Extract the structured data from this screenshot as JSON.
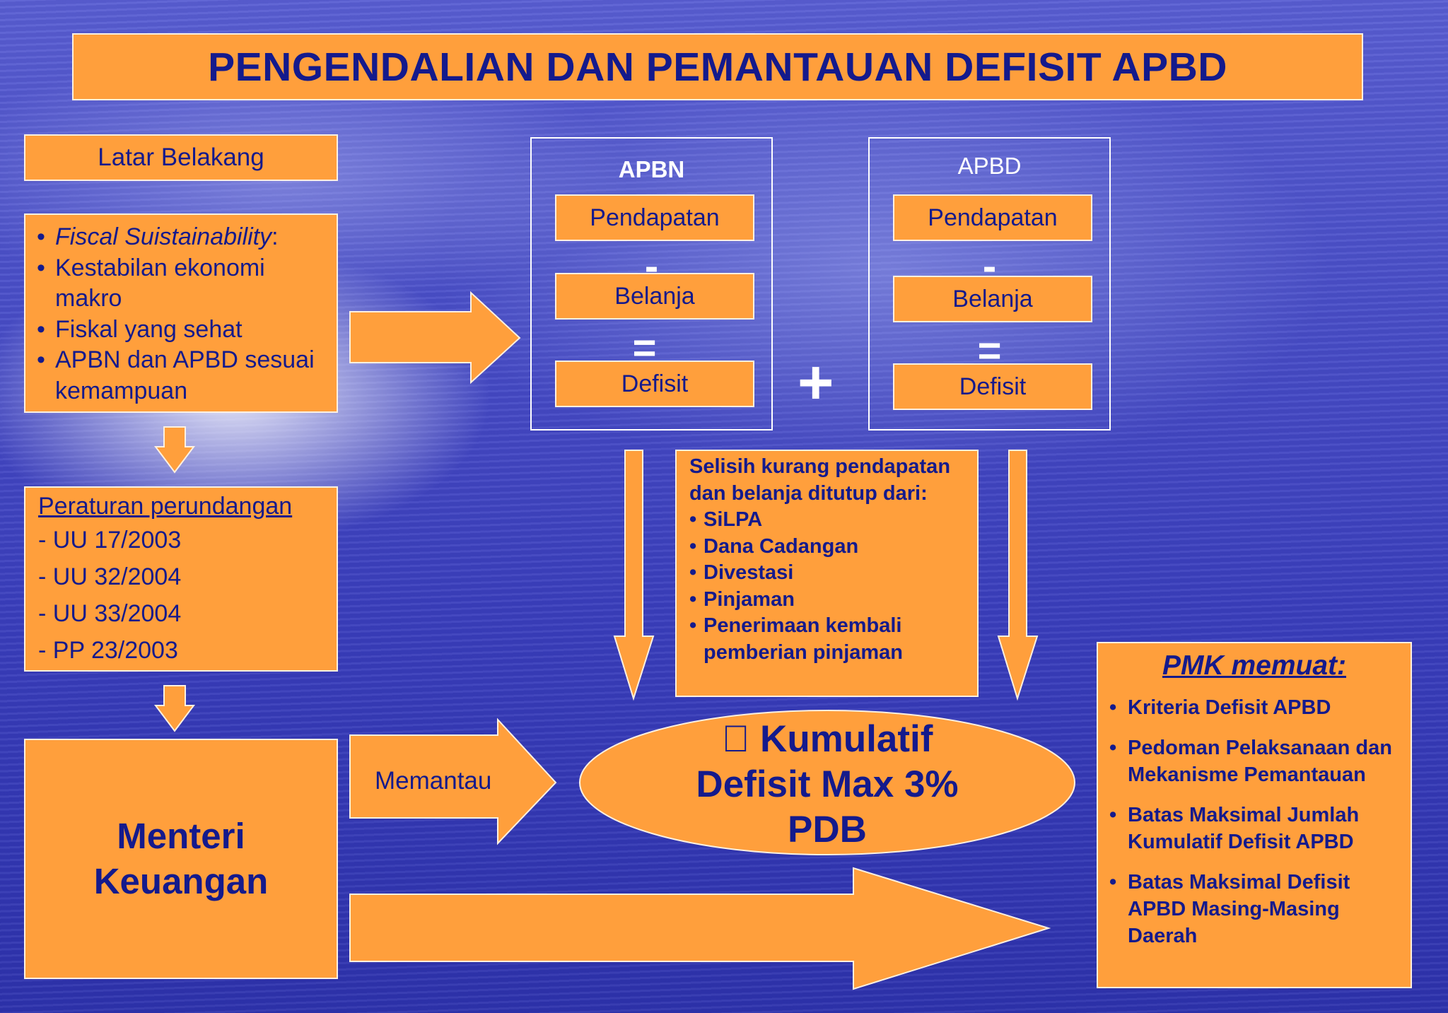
{
  "title": "PENGENDALIAN DAN PEMANTAUAN DEFISIT APBD",
  "latar_belakang": "Latar Belakang",
  "fiscal_items": [
    {
      "text": "Fiscal Suistainability",
      "suffix": ":"
    },
    {
      "text": "Kestabilan ekonomi makro"
    },
    {
      "text": "Fiskal yang sehat"
    },
    {
      "text": "APBN dan APBD sesuai kemampuan"
    }
  ],
  "peraturan": {
    "heading": "Peraturan perundangan",
    "items": [
      "- UU 17/2003",
      "- UU 32/2004",
      "- UU 33/2004",
      "- PP 23/2003"
    ]
  },
  "menteri": {
    "line1": "Menteri",
    "line2": "Keuangan"
  },
  "memantau": "Memantau",
  "apbn": {
    "heading": "APBN",
    "pendapatan": "Pendapatan",
    "minus": "-",
    "belanja": "Belanja",
    "equals": "=",
    "defisit": "Defisit"
  },
  "apbd": {
    "heading": "APBD",
    "pendapatan": "Pendapatan",
    "minus": "-",
    "belanja": "Belanja",
    "equals": "=",
    "defisit": "Defisit"
  },
  "plus": "+",
  "selisih": {
    "intro": "Selisih kurang pendapatan dan belanja ditutup dari:",
    "items": [
      "SiLPA",
      "Dana Cadangan",
      "Divestasi",
      "Pinjaman",
      "Penerimaan kembali pemberian pinjaman"
    ]
  },
  "kumulatif": {
    "line1": " Kumulatif",
    "line2": "Defisit Max 3%",
    "line3": "PDB"
  },
  "pmk": {
    "heading": "PMK memuat:",
    "items": [
      "Kriteria Defisit APBD",
      "Pedoman Pelaksanaan dan Mekanisme Pemantauan",
      "Batas Maksimal Jumlah Kumulatif Defisit APBD",
      "Batas Maksimal Defisit APBD Masing-Masing Daerah"
    ]
  },
  "colors": {
    "box": "#ff9f3c",
    "text": "#141a8c",
    "background": "#3b3fbd"
  }
}
